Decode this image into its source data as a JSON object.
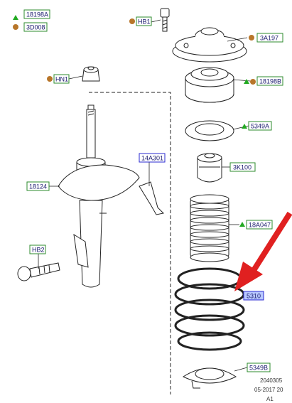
{
  "callouts": [
    {
      "id": "c1",
      "code": "18198A",
      "marker": "triangle",
      "box": "green"
    },
    {
      "id": "c2",
      "code": "3D008",
      "marker": "dot",
      "box": "green"
    },
    {
      "id": "c3",
      "code": "HB1",
      "marker": "dot",
      "box": "green"
    },
    {
      "id": "c4",
      "code": "3A197",
      "marker": "dot",
      "box": "green"
    },
    {
      "id": "c5",
      "code": "HN1",
      "marker": "dot",
      "box": "green"
    },
    {
      "id": "c6",
      "code": "18198B",
      "marker": "triangle-dot",
      "box": "green"
    },
    {
      "id": "c7",
      "code": "5349A",
      "marker": "triangle",
      "box": "green"
    },
    {
      "id": "c8",
      "code": "14A301",
      "marker": "none",
      "box": "blue"
    },
    {
      "id": "c9",
      "code": "3K100",
      "marker": "none",
      "box": "green"
    },
    {
      "id": "c10",
      "code": "18124",
      "marker": "none",
      "box": "green"
    },
    {
      "id": "c11",
      "code": "18A047",
      "marker": "triangle",
      "box": "green"
    },
    {
      "id": "c12",
      "code": "HB2",
      "marker": "none",
      "box": "green"
    },
    {
      "id": "c13",
      "code": "5310",
      "marker": "none",
      "box": "blue-filled"
    },
    {
      "id": "c14",
      "code": "5349B",
      "marker": "none",
      "box": "green"
    }
  ],
  "stamp": {
    "line1": "2040305",
    "line2": "05-2017 20",
    "line3": "A1"
  },
  "colors": {
    "green_box": "#2e8b2e",
    "blue_box": "#2a2ad0",
    "triangle": "#22aa22",
    "dot": "#b8762a",
    "arrow": "#e02020",
    "line": "#222222",
    "label_fill": "#ffffff",
    "highlight_fill": "#b8c8ff"
  }
}
